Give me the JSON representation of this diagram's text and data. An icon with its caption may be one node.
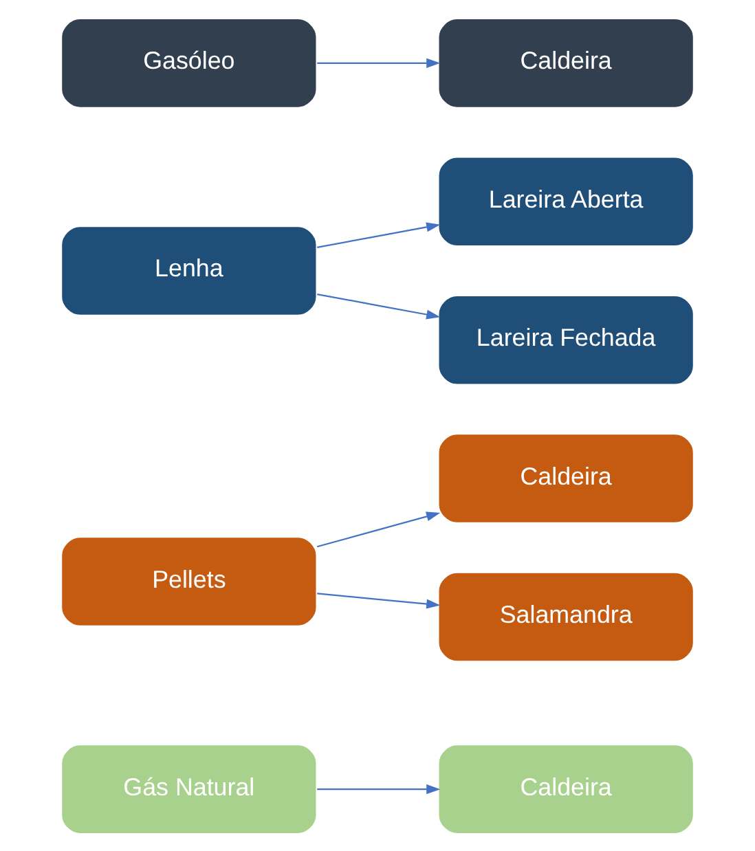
{
  "diagram": {
    "nodes": [
      {
        "text": [
          "Gás Natural"
        ]
      },
      {
        "text": [
          "Caldeira"
        ]
      },
      {
        "text": [
          "Pellets"
        ]
      },
      {
        "text": [
          "Caldeira"
        ]
      },
      {
        "text": [
          "Salamandra"
        ]
      },
      {
        "text": [
          "Lenha"
        ]
      },
      {
        "text": [
          "Lareira Aberta"
        ]
      },
      {
        "text": [
          "Lareira Fechada"
        ]
      },
      {
        "text": [
          "Gasóleo"
        ]
      },
      {
        "text": [
          "Caldeira"
        ]
      }
    ],
    "edges": [
      {
        "from": 0,
        "to": 1,
        "arrow": "to"
      },
      {
        "from": 2,
        "to": 3,
        "arrow": "to"
      },
      {
        "from": 2,
        "to": 4,
        "arrow": "to"
      },
      {
        "from": 5,
        "to": 6,
        "arrow": "to"
      },
      {
        "from": 5,
        "to": 7,
        "arrow": "to"
      },
      {
        "from": 8,
        "to": 9,
        "arrow": "to"
      }
    ]
  }
}
